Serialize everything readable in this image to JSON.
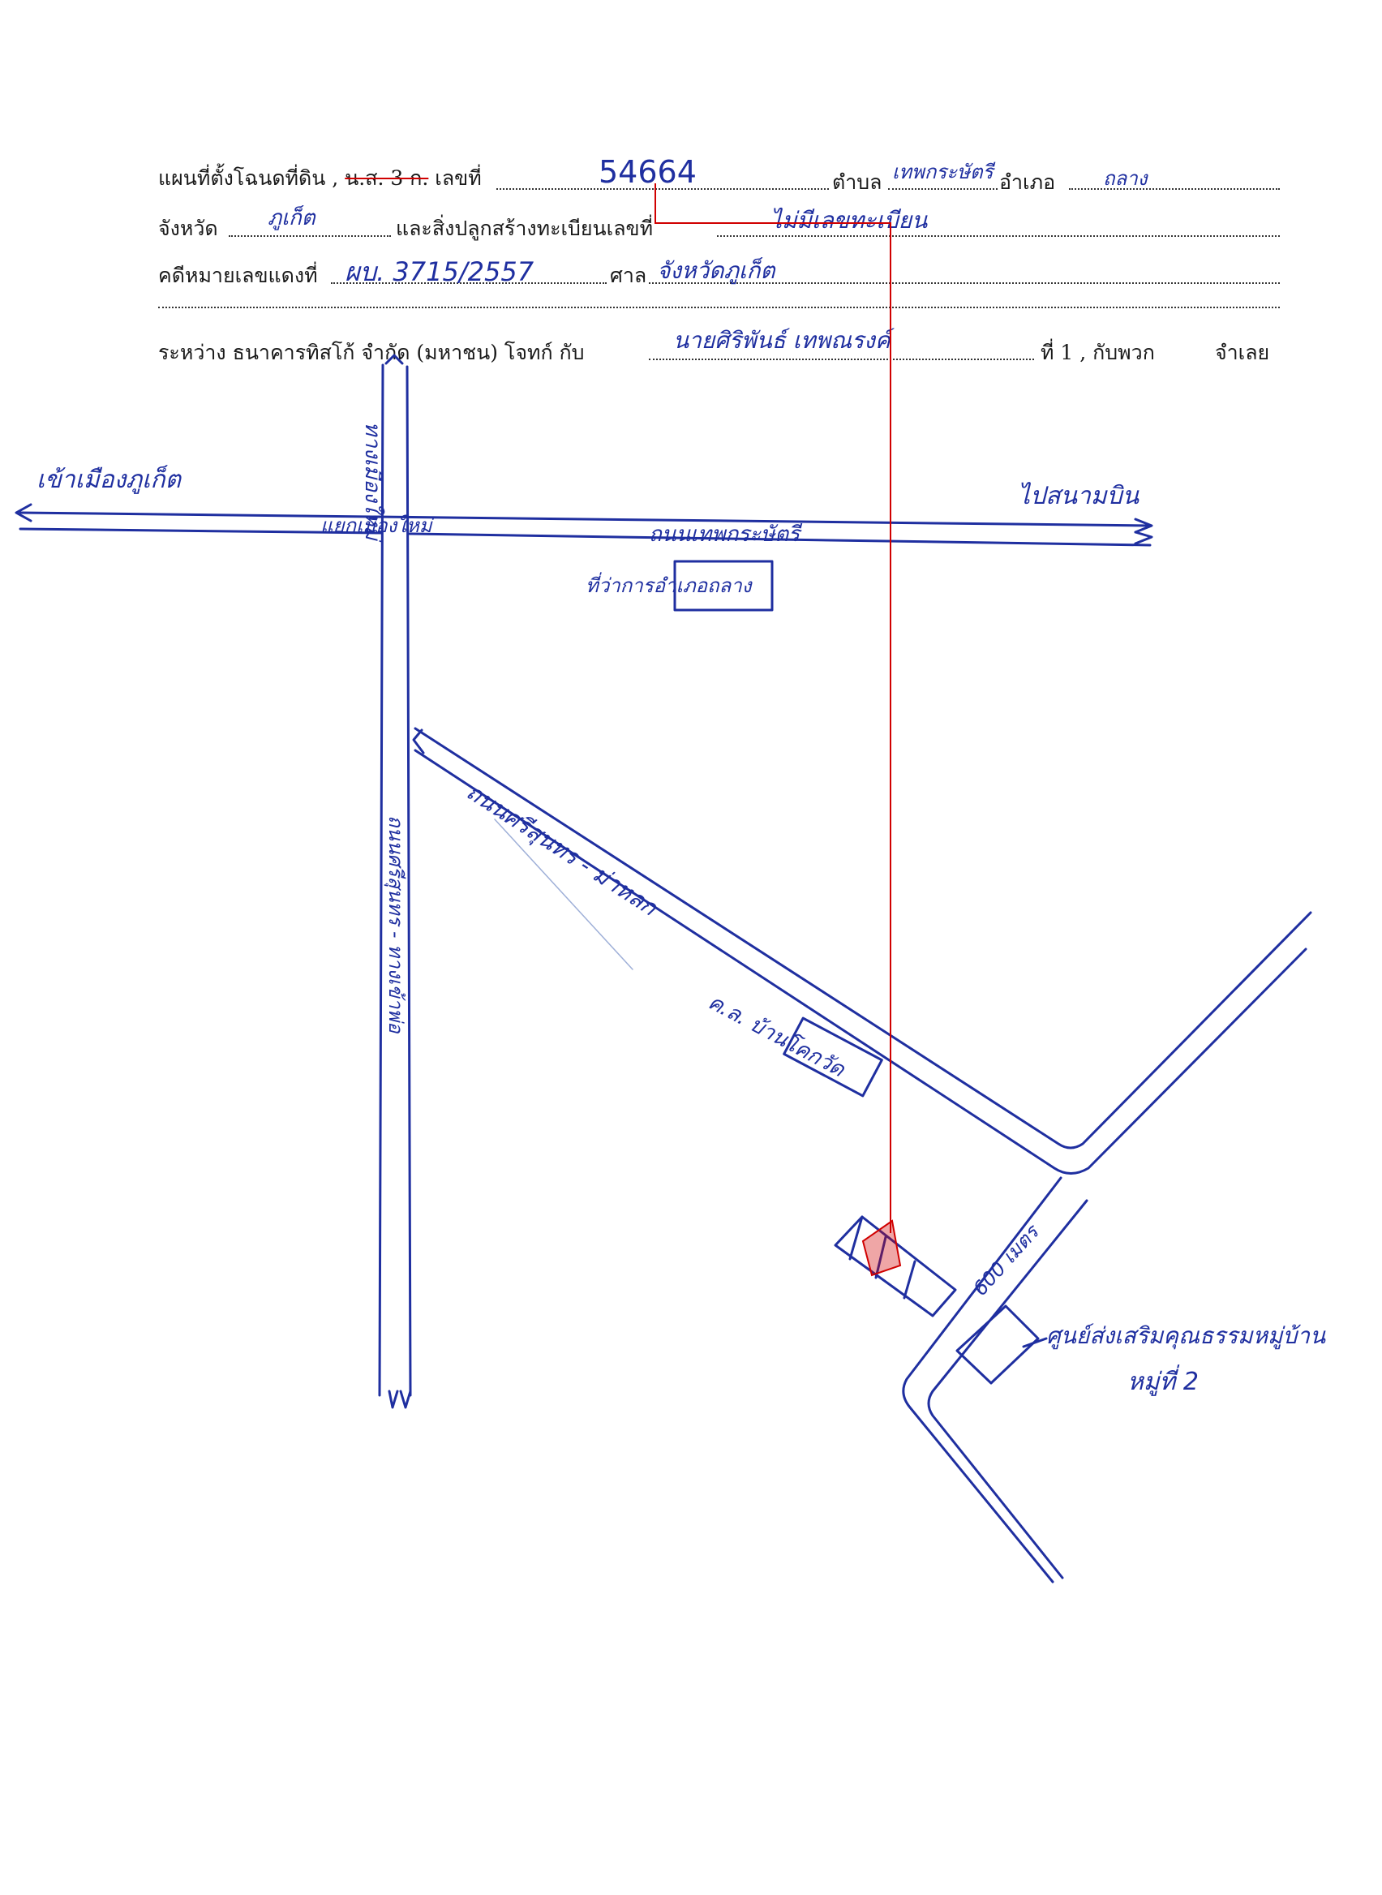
{
  "header": {
    "line1": {
      "prefix": "แผนที่ตั้งโฉนดที่ดิน ,",
      "struck": "น.ส. 3 ก.",
      "lekthi": "เลขที่",
      "deed_no": "54664",
      "tambon_label": "ตำบล",
      "tambon_value": "เทพกระษัตรี",
      "amphoe_label": "อำเภอ",
      "amphoe_value": "ถลาง"
    },
    "line2": {
      "province_label": "จังหวัด",
      "province_value": "ภูเก็ต",
      "buildings_label": "และสิ่งปลูกสร้างทะเบียนเลขที่",
      "buildings_value": "ไม่มีเลขทะเบียน"
    },
    "line3": {
      "case_label": "คดีหมายเลขแดงที่",
      "case_value": "ผบ. 3715/2557",
      "court_label": "ศาล",
      "court_value": "จังหวัดภูเก็ต"
    },
    "line4": {
      "between": "ระหว่าง ธนาคารทิสโก้ จำกัด (มหาชน) โจทก์ กับ",
      "defendant": "นายศิริพันธ์ เทพณรงค์",
      "first": "ที่ 1 , กับพวก",
      "jamloei": "จำเลย"
    }
  },
  "map": {
    "labels": {
      "to_phuket": "เข้าเมืองภูเก็ต",
      "to_airport": "ไปสนามบิน",
      "north_road": "ทางเมืองใหม่",
      "intersection": "แยกเมืองใหม่",
      "main_road": "ถนนเทพกระษัตรี",
      "district_office": "ที่ว่าการอำเภอถลาง",
      "diag_road": "ถนนศรีสุนทร - ม่าหลก",
      "village_road": "ค.ล. บ้านโคกวัด",
      "vertical_road": "ถนนศรีสุนทร - ทางเข้าพ่อ",
      "distance": "600 เมตร",
      "community_center": "ศูนย์ส่งเสริมคุณธรรมหมู่บ้าน",
      "village_no": "หมู่ที่ 2"
    }
  },
  "colors": {
    "ink": "#1f2fa0",
    "red": "#d00000",
    "print": "#1a1a1a"
  }
}
